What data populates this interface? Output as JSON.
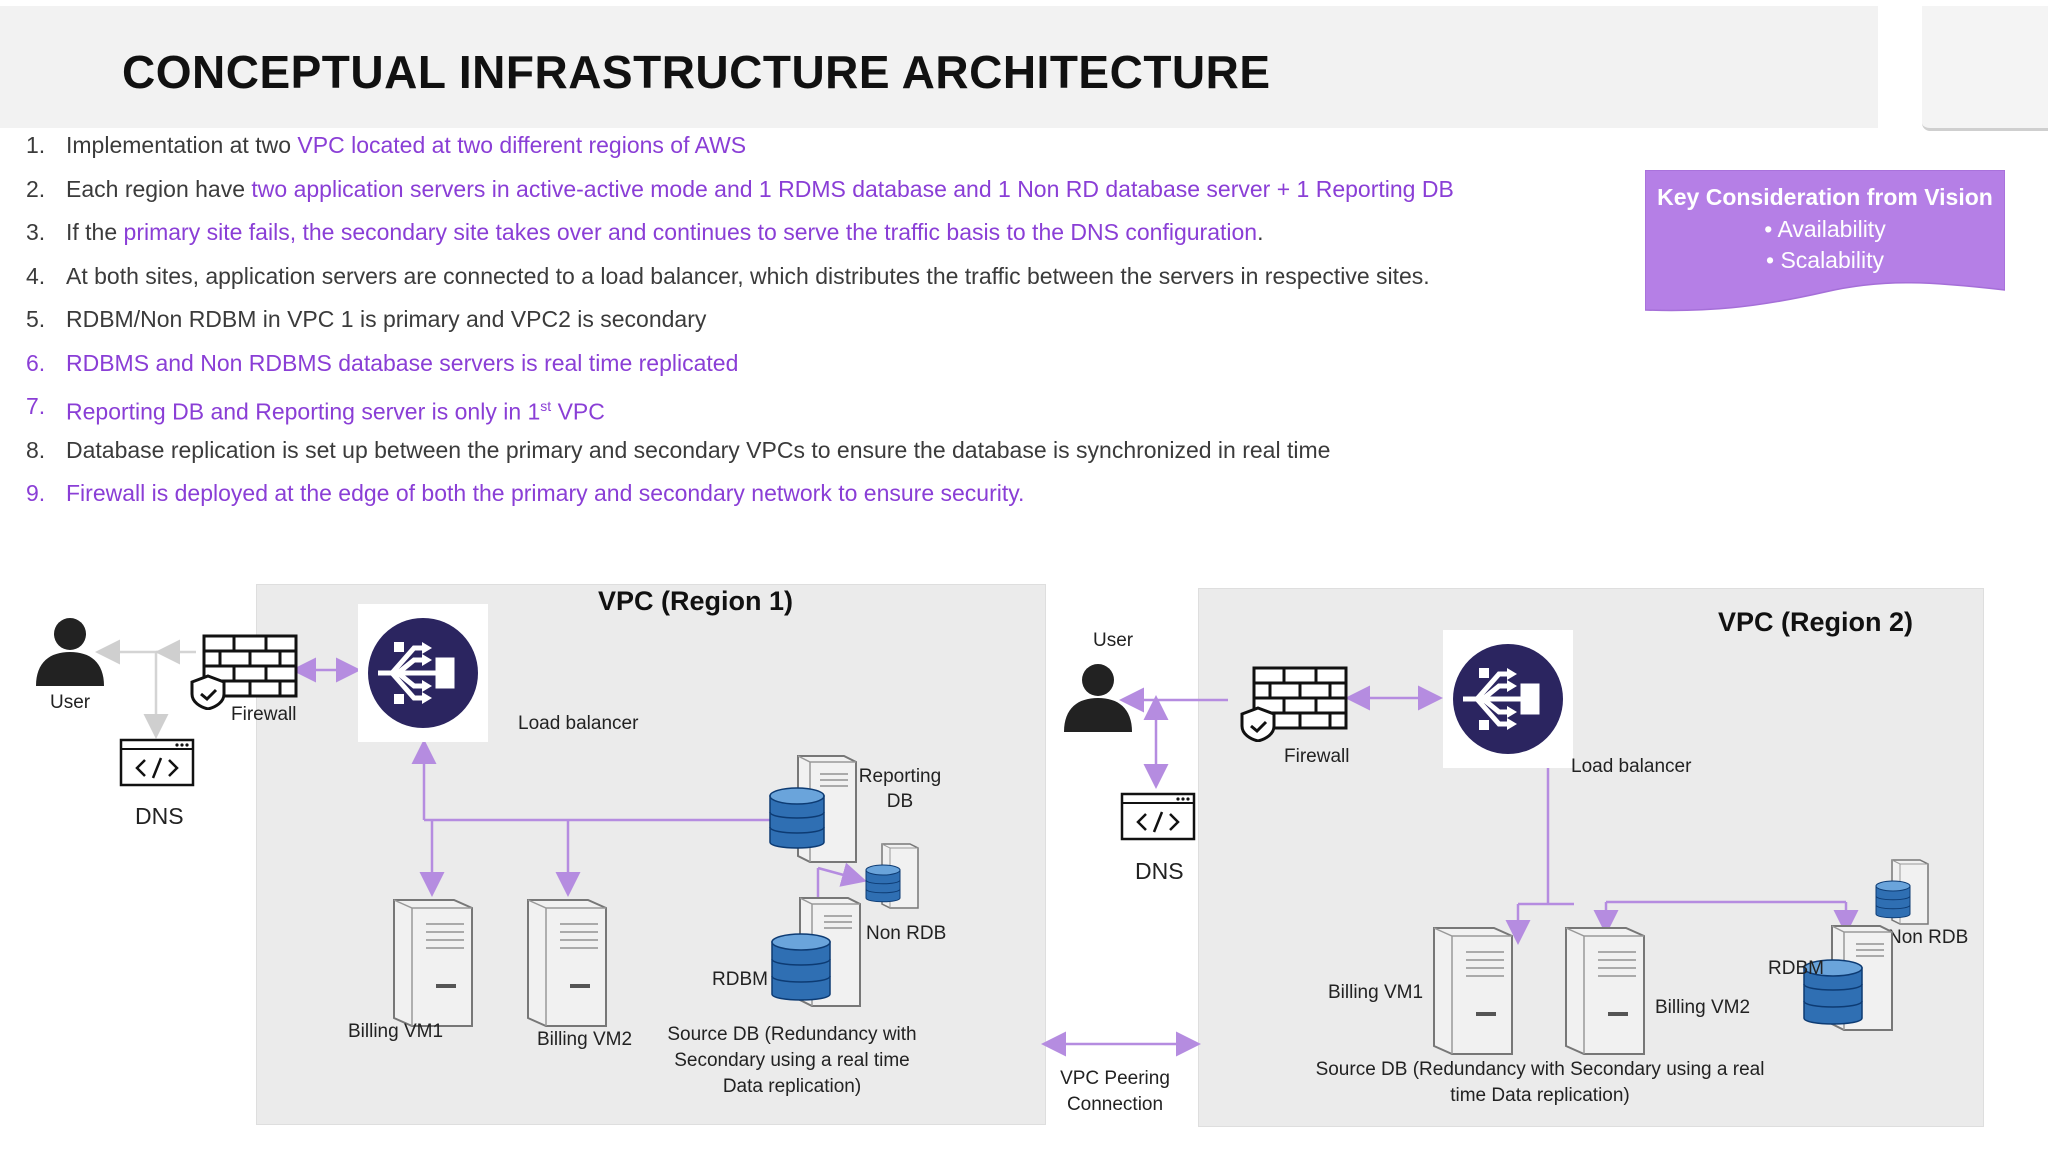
{
  "title": "CONCEPTUAL INFRASTRUCTURE ARCHITECTURE",
  "points": [
    {
      "num": "1.",
      "parts": [
        {
          "text": "Implementation at two "
        },
        {
          "text": "VPC located at two different regions of AWS",
          "purple": true
        }
      ]
    },
    {
      "num": "2.",
      "parts": [
        {
          "text": "Each region have "
        },
        {
          "text": "two application servers in active-active mode and 1 RDMS database and 1 Non RD database server + 1 Reporting DB",
          "purple": true
        }
      ]
    },
    {
      "num": "3.",
      "parts": [
        {
          "text": "If the "
        },
        {
          "text": "primary site fails, the secondary site takes over and continues to serve the traffic basis to the DNS configuration",
          "purple": true
        },
        {
          "text": "."
        }
      ]
    },
    {
      "num": "4.",
      "parts": [
        {
          "text": "At both sites, application servers are connected to a load balancer, which distributes the traffic between the servers in respective sites."
        }
      ]
    },
    {
      "num": "5.",
      "parts": [
        {
          "text": "RDBM/Non RDBM in VPC 1 is primary and VPC2 is secondary"
        }
      ]
    },
    {
      "num": "6.",
      "purple": true,
      "parts": [
        {
          "text": "RDBMS and Non RDBMS database servers is real time replicated",
          "purple": true
        }
      ]
    },
    {
      "num": "7.",
      "purple": true,
      "parts": [
        {
          "text": "Reporting DB and Reporting server is only in 1",
          "purple": true
        },
        {
          "text": "st",
          "purple": true,
          "sup": true
        },
        {
          "text": " VPC",
          "purple": true
        }
      ]
    },
    {
      "num": "8.",
      "parts": [
        {
          "text": "Database replication is set up between the primary and secondary VPCs to ensure the database is synchronized in real time"
        }
      ]
    },
    {
      "num": "9.",
      "purple": true,
      "parts": [
        {
          "text": "Firewall is deployed at the edge of both the primary and secondary network to ensure security.",
          "purple": true
        }
      ]
    }
  ],
  "key_box": {
    "title": "Key Consideration from Vision",
    "items": [
      "•  Availability",
      "•  Scalability"
    ],
    "color": "#b57fe6"
  },
  "accent_color": "#8a3ed6",
  "region1": {
    "title": "VPC (Region 1)",
    "user": "User",
    "firewall": "Firewall",
    "dns": "DNS",
    "load_balancer": "Load balancer",
    "reporting_db": "Reporting\nDB",
    "non_rdb": "Non RDB",
    "rdbm": "RDBM",
    "billing_vm1": "Billing VM1",
    "billing_vm2": "Billing VM2",
    "source_db": "Source DB (Redundancy with Secondary using a real time Data replication)"
  },
  "region2": {
    "title": "VPC (Region 2)",
    "user": "User",
    "firewall": "Firewall",
    "dns": "DNS",
    "load_balancer": "Load balancer",
    "non_rdb": "Non RDB",
    "rdbm": "RDBM",
    "billing_vm1": "Billing VM1",
    "billing_vm2": "Billing VM2",
    "source_db": "Source DB (Redundancy with Secondary using a real time Data replication)"
  },
  "peering": "VPC Peering Connection"
}
